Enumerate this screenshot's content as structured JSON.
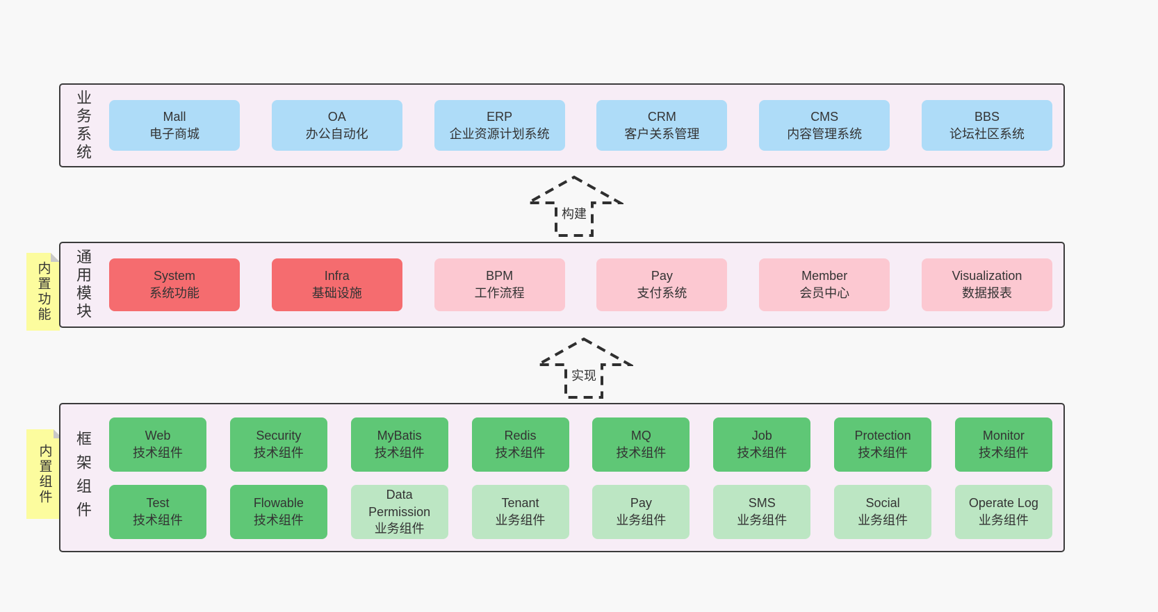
{
  "colors": {
    "page-bg": "#f8f8f8",
    "layer-bg": "#f7edf6",
    "border": "#3b3b3b",
    "text": "#333333",
    "blue": "#aedcf8",
    "red": "#f56c6f",
    "pink": "#fcc8d1",
    "green-dark": "#5fc776",
    "green-light": "#bce6c3",
    "yellow": "#fcfc9e",
    "fold": "#c9c9c9"
  },
  "arrows": [
    {
      "label": "构建"
    },
    {
      "label": "实现"
    }
  ],
  "layers": [
    {
      "label": "业务系统",
      "boxes": [
        {
          "title": "Mall",
          "subtitle": "电子商城"
        },
        {
          "title": "OA",
          "subtitle": "办公自动化"
        },
        {
          "title": "ERP",
          "subtitle": "企业资源计划系统"
        },
        {
          "title": "CRM",
          "subtitle": "客户关系管理"
        },
        {
          "title": "CMS",
          "subtitle": "内容管理系统"
        },
        {
          "title": "BBS",
          "subtitle": "论坛社区系统"
        }
      ]
    },
    {
      "label": "通用模块",
      "note": "内置功能",
      "boxes": [
        {
          "title": "System",
          "subtitle": "系统功能"
        },
        {
          "title": "Infra",
          "subtitle": "基础设施"
        },
        {
          "title": "BPM",
          "subtitle": "工作流程"
        },
        {
          "title": "Pay",
          "subtitle": "支付系统"
        },
        {
          "title": "Member",
          "subtitle": "会员中心"
        },
        {
          "title": "Visualization",
          "subtitle": "数据报表"
        }
      ]
    },
    {
      "label": "框架组件",
      "note": "内置组件",
      "rows": [
        [
          {
            "title": "Web",
            "subtitle": "技术组件"
          },
          {
            "title": "Security",
            "subtitle": "技术组件"
          },
          {
            "title": "MyBatis",
            "subtitle": "技术组件"
          },
          {
            "title": "Redis",
            "subtitle": "技术组件"
          },
          {
            "title": "MQ",
            "subtitle": "技术组件"
          },
          {
            "title": "Job",
            "subtitle": "技术组件"
          },
          {
            "title": "Protection",
            "subtitle": "技术组件"
          },
          {
            "title": "Monitor",
            "subtitle": "技术组件"
          }
        ],
        [
          {
            "title": "Test",
            "subtitle": "技术组件"
          },
          {
            "title": "Flowable",
            "subtitle": "技术组件"
          },
          {
            "title": "Data Permission",
            "subtitle": "业务组件"
          },
          {
            "title": "Tenant",
            "subtitle": "业务组件"
          },
          {
            "title": "Pay",
            "subtitle": "业务组件"
          },
          {
            "title": "SMS",
            "subtitle": "业务组件"
          },
          {
            "title": "Social",
            "subtitle": "业务组件"
          },
          {
            "title": "Operate Log",
            "subtitle": "业务组件"
          }
        ]
      ]
    }
  ]
}
